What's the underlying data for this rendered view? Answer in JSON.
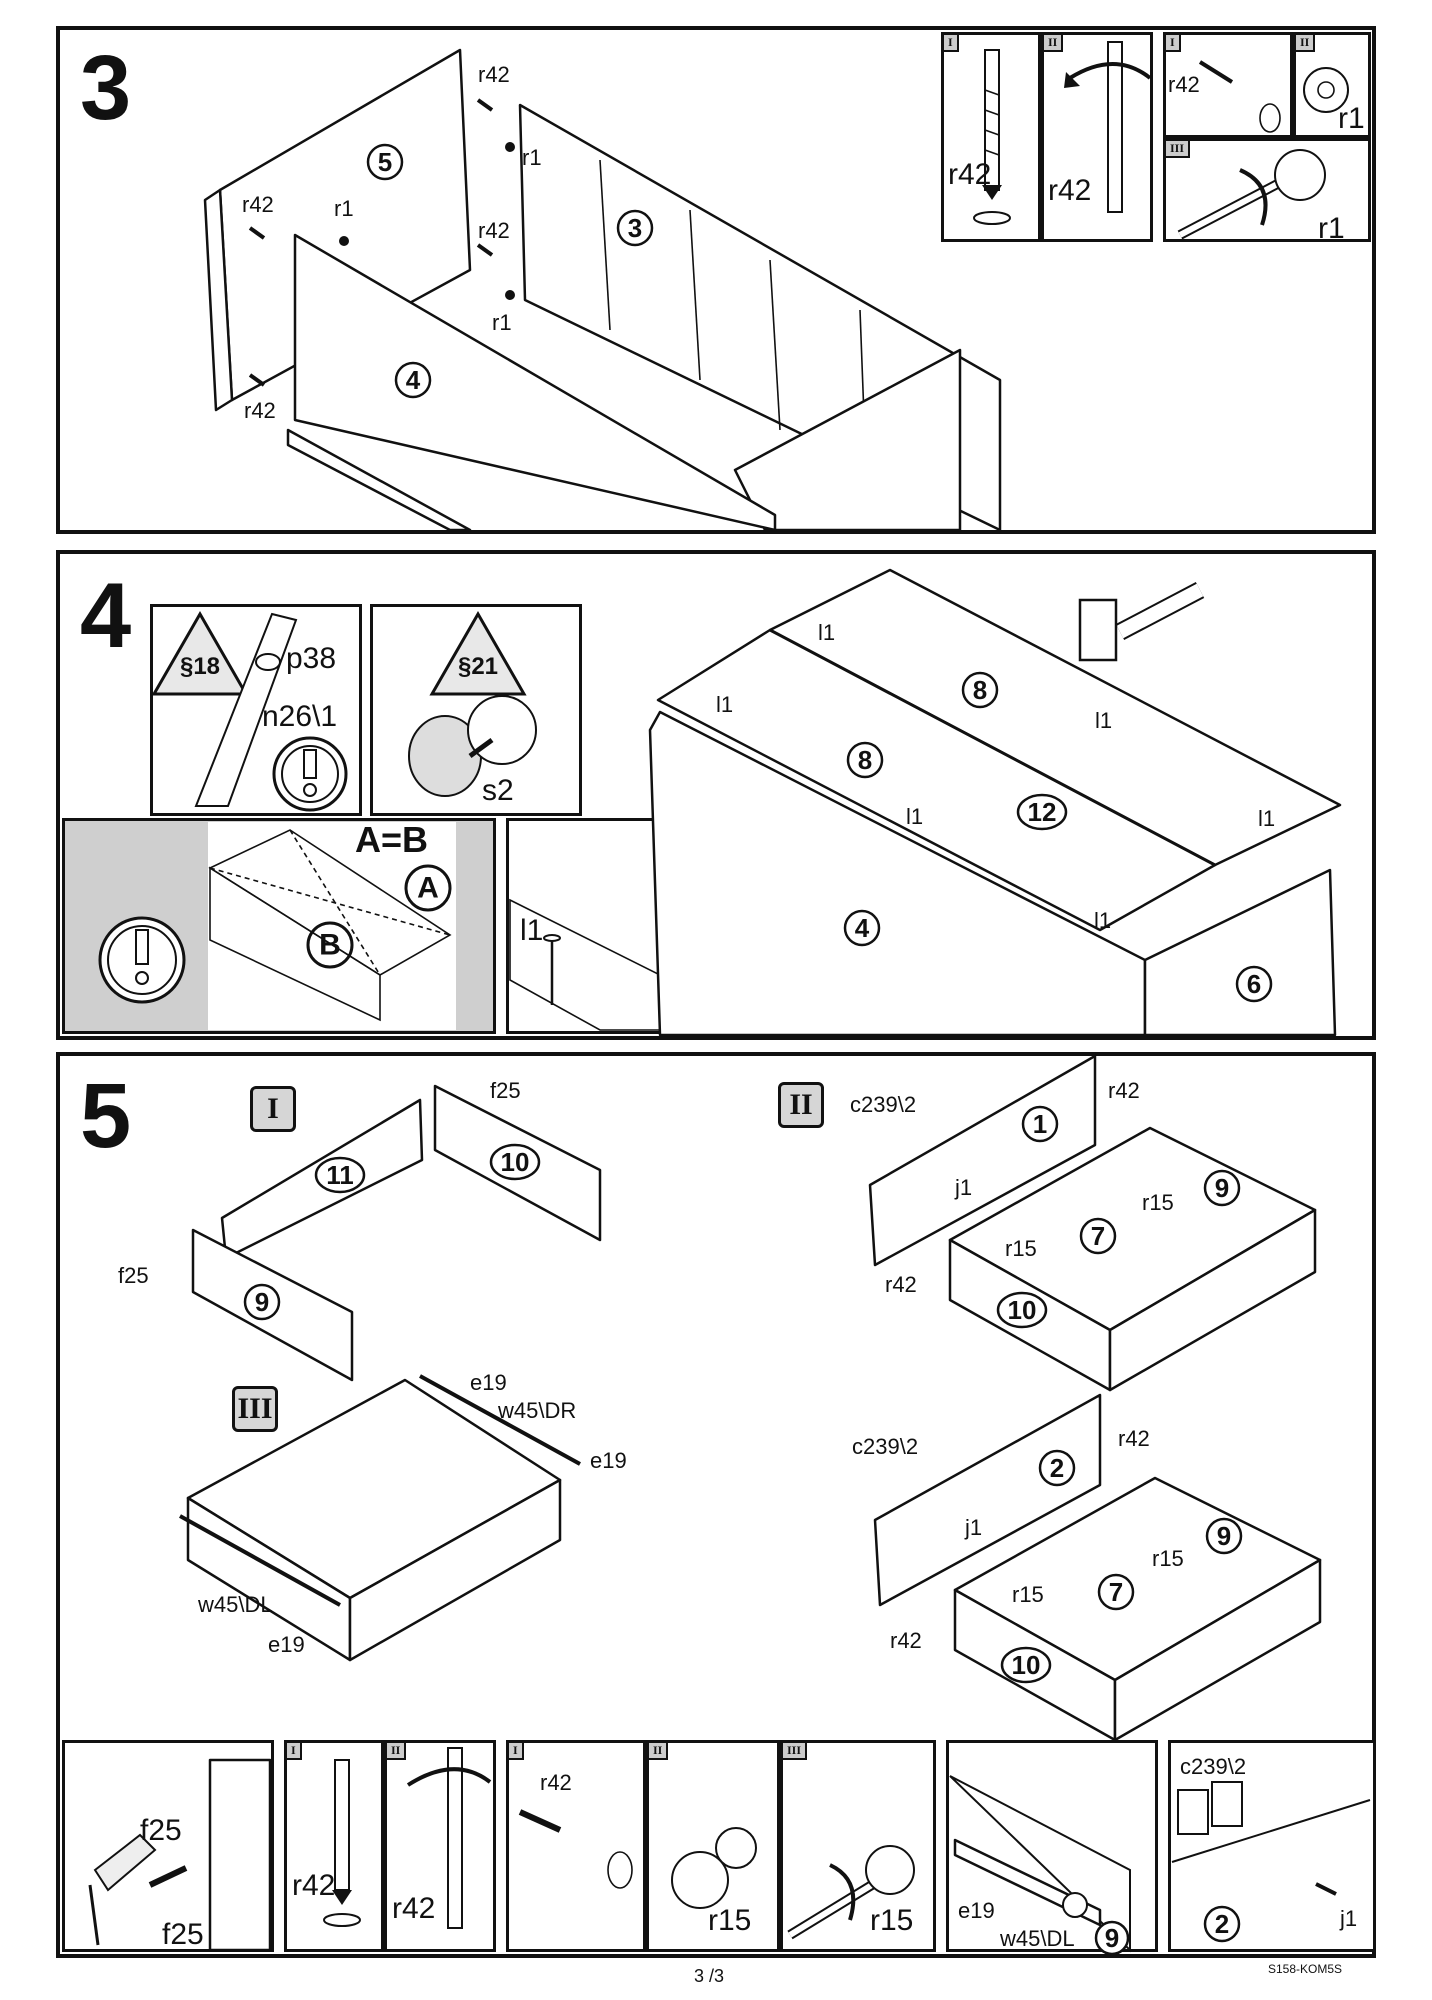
{
  "steps": [
    {
      "number": "3"
    },
    {
      "number": "4"
    },
    {
      "number": "5"
    }
  ],
  "step3": {
    "parts": [
      "5",
      "3",
      "4"
    ],
    "hardware": [
      "r42",
      "r1"
    ],
    "inset_tags": [
      "I",
      "II",
      "I",
      "II",
      "III"
    ]
  },
  "step4": {
    "warning1": "§18",
    "warning2": "§21",
    "p38": "p38",
    "n26": "n26\\1",
    "s2": "s2",
    "aeqb": "A=B",
    "a": "A",
    "b": "B",
    "nail": "l1",
    "parts": [
      "8",
      "8",
      "12",
      "4",
      "6"
    ]
  },
  "step5": {
    "sub1": "I",
    "sub2": "II",
    "sub3": "III",
    "f25": "f25",
    "e19": "e19",
    "w45dr": "w45\\DR",
    "w45dl": "w45\\DL",
    "c239": "c239\\2",
    "j1": "j1",
    "r42": "r42",
    "r15": "r15",
    "parts": [
      "11",
      "10",
      "9",
      "1",
      "9",
      "7",
      "10",
      "2",
      "9",
      "7",
      "10",
      "9",
      "2"
    ]
  },
  "footer": {
    "page": "3 /3",
    "code": "S158-KOM5S"
  }
}
